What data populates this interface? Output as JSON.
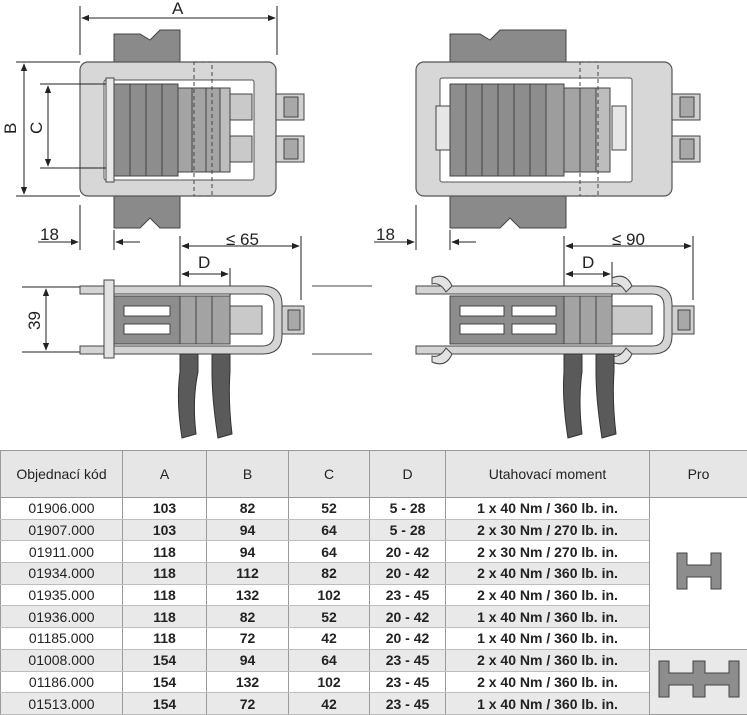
{
  "dims": {
    "a": "A",
    "b": "B",
    "c": "C",
    "d_left": "D",
    "d_right": "D",
    "h39": "39",
    "w18_left": "18",
    "w18_right": "18",
    "le65": "≤ 65",
    "le90": "≤ 90"
  },
  "table": {
    "headers": [
      "Objednací kód",
      "A",
      "B",
      "C",
      "D",
      "Utahovací moment",
      "Pro"
    ],
    "rows": [
      [
        "01906.000",
        "103",
        "82",
        "52",
        "5 - 28",
        "1 x 40 Nm / 360 lb. in."
      ],
      [
        "01907.000",
        "103",
        "94",
        "64",
        "5 - 28",
        "2 x 30 Nm / 270 lb. in."
      ],
      [
        "01911.000",
        "118",
        "94",
        "64",
        "20 - 42",
        "2 x 30 Nm / 270 lb. in."
      ],
      [
        "01934.000",
        "118",
        "112",
        "82",
        "20 - 42",
        "2 x 40 Nm / 360 lb. in."
      ],
      [
        "01935.000",
        "118",
        "132",
        "102",
        "23 - 45",
        "2 x 40 Nm / 360 lb. in."
      ],
      [
        "01936.000",
        "118",
        "82",
        "52",
        "20 - 42",
        "1 x 40 Nm / 360 lb. in."
      ],
      [
        "01185.000",
        "118",
        "72",
        "42",
        "20 - 42",
        "1 x 40 Nm / 360 lb. in."
      ],
      [
        "01008.000",
        "154",
        "94",
        "64",
        "23 - 45",
        "2 x 40 Nm / 360 lb. in."
      ],
      [
        "01186.000",
        "154",
        "132",
        "102",
        "23 - 45",
        "2 x 40 Nm / 360 lb. in."
      ],
      [
        "01513.000",
        "154",
        "72",
        "42",
        "23 - 45",
        "1 x 40 Nm / 360 lb. in."
      ]
    ]
  },
  "icons": {
    "pro_single": "h-profile-single-icon",
    "pro_double": "h-profile-double-icon"
  },
  "colors": {
    "frame": "#d4d4d4",
    "busbar_dark": "#7e7e7e",
    "busbar_mid": "#9a9a9a",
    "cable": "#555555",
    "header_bg": "#e6e6e6",
    "row_alt": "#e9e9e9"
  }
}
